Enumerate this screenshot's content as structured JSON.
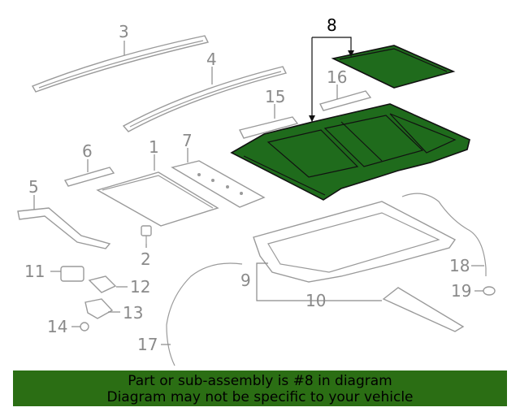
{
  "callouts": {
    "c1": "1",
    "c2": "2",
    "c3": "3",
    "c4": "4",
    "c5": "5",
    "c6": "6",
    "c7": "7",
    "c8": "8",
    "c9": "9",
    "c10": "10",
    "c11": "11",
    "c12": "12",
    "c13": "13",
    "c14": "14",
    "c15": "15",
    "c16": "16",
    "c17": "17",
    "c18": "18",
    "c19": "19"
  },
  "banner": {
    "line1": "Part or sub-assembly is #8 in diagram",
    "line2": "Diagram may not be specific to your vehicle"
  },
  "colors": {
    "highlight_fill": "#1f6b1c",
    "banner_bg": "#2b6e14",
    "part_stroke": "#9a9a9a"
  }
}
